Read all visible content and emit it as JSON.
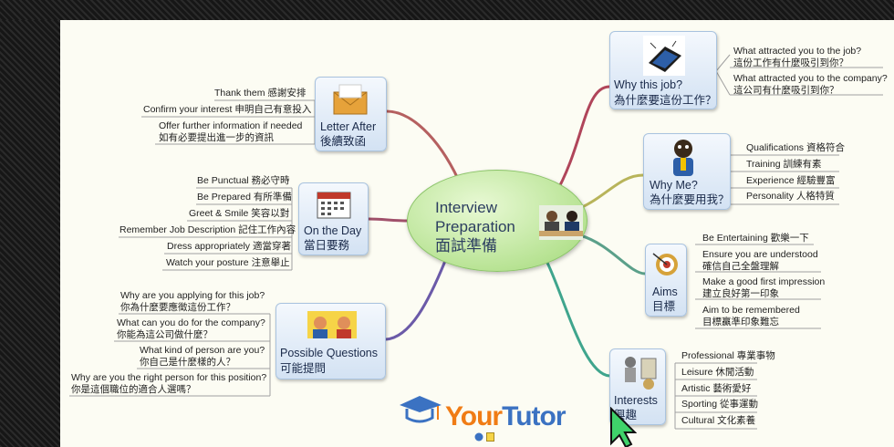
{
  "center": {
    "line1": "Interview",
    "line2": "Preparation",
    "line3": "面試準備"
  },
  "branches": {
    "why_job": {
      "title_en": "Why this job?",
      "title_zh": "為什麼要這份工作？",
      "leaves": [
        {
          "en": "What attracted you to the job?",
          "zh": "這份工作有什麼吸引到你？"
        },
        {
          "en": "What attracted you to the company?",
          "zh": "這公司有什麼吸引到你？"
        }
      ]
    },
    "why_me": {
      "title_en": "Why Me?",
      "title_zh": "為什麼要用我？",
      "leaves": [
        {
          "text": "Qualifications 資格符合"
        },
        {
          "text": "Training 訓練有素"
        },
        {
          "text": "Experience 經驗豐富"
        },
        {
          "text": "Personality 人格特質"
        }
      ]
    },
    "aims": {
      "title_en": "Aims",
      "title_zh": "目標",
      "leaves": [
        {
          "en": "Be Entertaining 歡樂一下",
          "zh": ""
        },
        {
          "en": "Ensure you are understood",
          "zh": "確信自己全盤理解"
        },
        {
          "en": "Make a good first impression",
          "zh": "建立良好第一印象"
        },
        {
          "en": "Aim to be remembered",
          "zh": "目標贏準印象難忘"
        }
      ]
    },
    "interests": {
      "title_en": "Interests",
      "title_zh": "興趣",
      "leaves": [
        {
          "text": "Professional 專業事物"
        },
        {
          "text": "Leisure 休閒活動"
        },
        {
          "text": "Artistic 藝術愛好"
        },
        {
          "text": "Sporting 從事運動"
        },
        {
          "text": "Cultural 文化素養"
        }
      ]
    },
    "letter": {
      "title_en": "Letter After",
      "title_zh": "後續致函",
      "leaves": [
        {
          "en": "Thank them 感謝安排",
          "zh": ""
        },
        {
          "en": "Confirm your interest 申明自己有意投入",
          "zh": ""
        },
        {
          "en": "Offer further information if needed",
          "zh": "如有必要提出進一步的資訊"
        }
      ]
    },
    "on_day": {
      "title_en": "On the Day",
      "title_zh": "當日要務",
      "leaves": [
        {
          "text": "Be Punctual 務必守時"
        },
        {
          "text": "Be Prepared 有所準備"
        },
        {
          "text": "Greet & Smile 笑容以對"
        },
        {
          "text": "Remember Job Description 記住工作內容"
        },
        {
          "text": "Dress appropriately 適當穿著"
        },
        {
          "text": "Watch your posture 注意舉止"
        }
      ]
    },
    "questions": {
      "title_en": "Possible Questions",
      "title_zh": "可能提問",
      "leaves": [
        {
          "en": "Why are you applying for this job?",
          "zh": "你為什麼要應徵這份工作？"
        },
        {
          "en": "What can you do for the company?",
          "zh": "你能為這公司做什麼？"
        },
        {
          "en": "What kind of person are you?",
          "zh": "你自己是什麼樣的人？"
        },
        {
          "en": "Why are you the right person for this position?",
          "zh": "你是這個職位的適合人選嗎？"
        }
      ]
    }
  },
  "logo": {
    "you": "Your",
    "tutor": "Tutor"
  },
  "colors": {
    "center": "#b8e394",
    "node": "#d3e2f3",
    "link_why_job": "#b0455a",
    "link_why_me": "#b8b45a",
    "link_aims": "#5ba08a",
    "link_interests": "#3fa58d",
    "link_letter": "#b56060",
    "link_on_day": "#a0506a",
    "link_questions": "#6b5aa8"
  }
}
